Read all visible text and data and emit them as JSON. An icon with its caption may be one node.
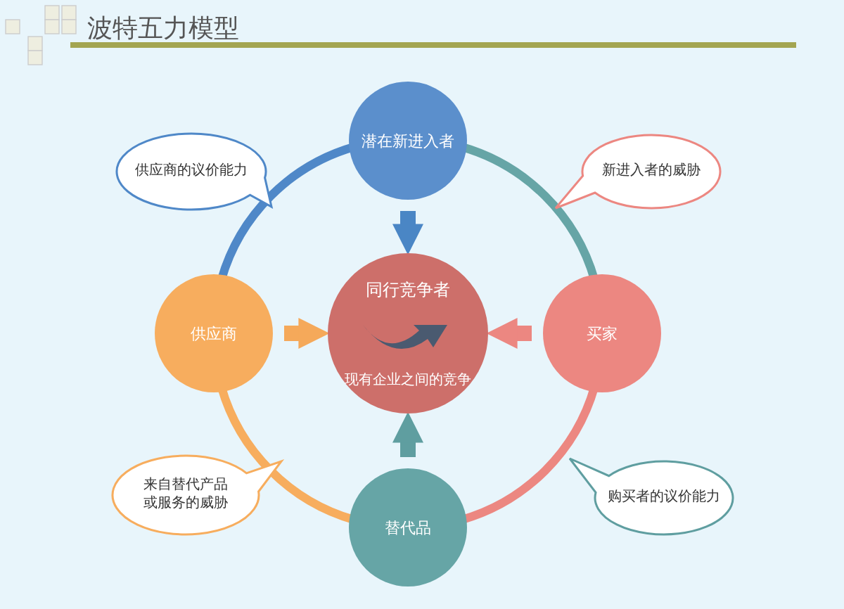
{
  "diagram": {
    "title": "波特五力模型",
    "nodes": [
      {
        "text": [
          "潜在新进入者"
        ]
      },
      {
        "text": [
          "供应商"
        ]
      },
      {
        "text": [
          "同行竞争者",
          "现有企业之间的竞争"
        ]
      },
      {
        "text": [
          "买家"
        ]
      },
      {
        "text": [
          "替代品"
        ]
      },
      {
        "text": [
          "供应商的议价能力"
        ]
      },
      {
        "text": [
          "新进入者的威胁"
        ]
      },
      {
        "text": [
          "来自替代产品或服务的威胁"
        ]
      },
      {
        "text": [
          "购买者的议价能力"
        ]
      }
    ],
    "edges": [
      {
        "from": 0,
        "to": 2,
        "arrow": "to",
        "style": "thick",
        "color": "#4a86c5"
      },
      {
        "from": 1,
        "to": 2,
        "arrow": "to",
        "style": "thick",
        "color": "#f5a95a"
      },
      {
        "from": 3,
        "to": 2,
        "arrow": "to",
        "style": "thick",
        "color": "#ec8781"
      },
      {
        "from": 4,
        "to": 2,
        "arrow": "to",
        "style": "thick",
        "color": "#5f9ea0"
      },
      {
        "from": 0,
        "to": 1,
        "arrow": "none",
        "color": "#4f88c8"
      },
      {
        "from": 0,
        "to": 3,
        "arrow": "none",
        "color": "#66a5a6"
      },
      {
        "from": 3,
        "to": 4,
        "arrow": "none",
        "color": "#ec8781"
      },
      {
        "from": 1,
        "to": 4,
        "arrow": "none",
        "color": "#f7ad5e"
      }
    ]
  }
}
